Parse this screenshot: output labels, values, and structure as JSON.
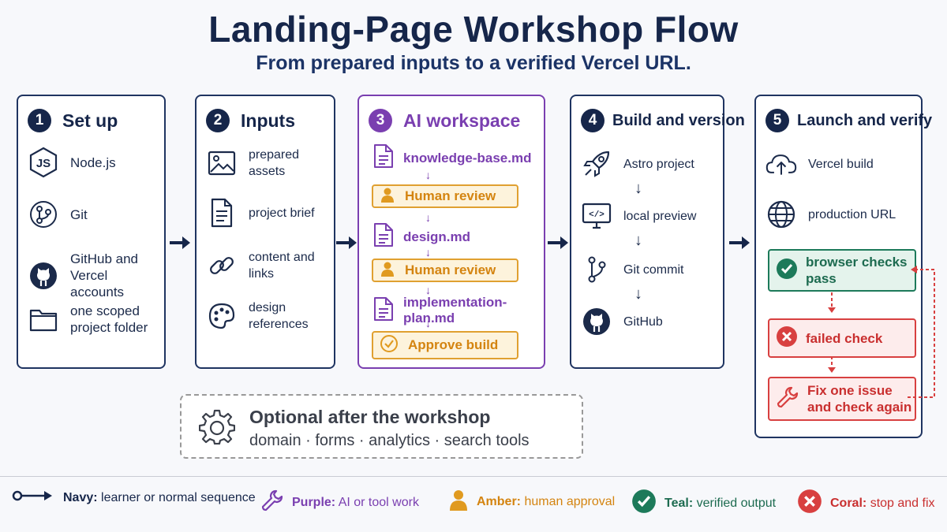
{
  "title": "Landing-Page Workshop Flow",
  "subtitle": "From prepared inputs to a verified Vercel URL.",
  "colors": {
    "navy": "#16264a",
    "purple": "#7a3fb0",
    "amber": "#e0a030",
    "teal": "#1d7a5a",
    "coral": "#d84040"
  },
  "steps": [
    {
      "num": "1",
      "title": "Set up",
      "items": [
        {
          "icon": "nodejs-icon",
          "label": "Node.js"
        },
        {
          "icon": "git-icon",
          "label": "Git"
        },
        {
          "icon": "github-icon",
          "label": "GitHub and\nVercel accounts"
        },
        {
          "icon": "folder-icon",
          "label": "one scoped\nproject folder"
        }
      ]
    },
    {
      "num": "2",
      "title": "Inputs",
      "items": [
        {
          "icon": "image-icon",
          "label": "prepared assets"
        },
        {
          "icon": "document-icon",
          "label": "project brief"
        },
        {
          "icon": "link-icon",
          "label": "content and links"
        },
        {
          "icon": "palette-icon",
          "label": "design references"
        }
      ]
    },
    {
      "num": "3",
      "title": "AI workspace",
      "items": [
        {
          "icon": "document-icon",
          "label": "knowledge-base.md"
        },
        {
          "icon": "person-icon",
          "label": "Human review"
        },
        {
          "icon": "document-icon",
          "label": "design.md"
        },
        {
          "icon": "person-icon",
          "label": "Human review"
        },
        {
          "icon": "document-icon",
          "label": "implementation-plan.md"
        },
        {
          "icon": "check-circle-icon",
          "label": "Approve build"
        }
      ]
    },
    {
      "num": "4",
      "title": "Build and version",
      "items": [
        {
          "icon": "rocket-icon",
          "label": "Astro project"
        },
        {
          "icon": "monitor-code-icon",
          "label": "local preview"
        },
        {
          "icon": "git-icon",
          "label": "Git commit"
        },
        {
          "icon": "github-icon",
          "label": "GitHub"
        }
      ]
    },
    {
      "num": "5",
      "title": "Launch and verify",
      "items": [
        {
          "icon": "cloud-upload-icon",
          "label": "Vercel build"
        },
        {
          "icon": "globe-icon",
          "label": "production URL"
        },
        {
          "icon": "check-circle-icon",
          "label": "browser checks pass"
        },
        {
          "icon": "x-circle-icon",
          "label": "failed check"
        },
        {
          "icon": "wrench-icon",
          "label": "Fix one issue and\ncheck again"
        }
      ]
    }
  ],
  "optional": {
    "title": "Optional after the workshop",
    "items": "domain · forms · analytics · search tools"
  },
  "legend": [
    {
      "icon": "arrow-icon",
      "key": "Navy:",
      "text": "learner or normal sequence"
    },
    {
      "icon": "wrench-icon",
      "key": "Purple:",
      "text": "AI or tool work"
    },
    {
      "icon": "person-icon",
      "key": "Amber:",
      "text": "human approval"
    },
    {
      "icon": "check-circle-icon",
      "key": "Teal:",
      "text": "verified output"
    },
    {
      "icon": "x-circle-icon",
      "key": "Coral:",
      "text": "stop and fix"
    }
  ]
}
